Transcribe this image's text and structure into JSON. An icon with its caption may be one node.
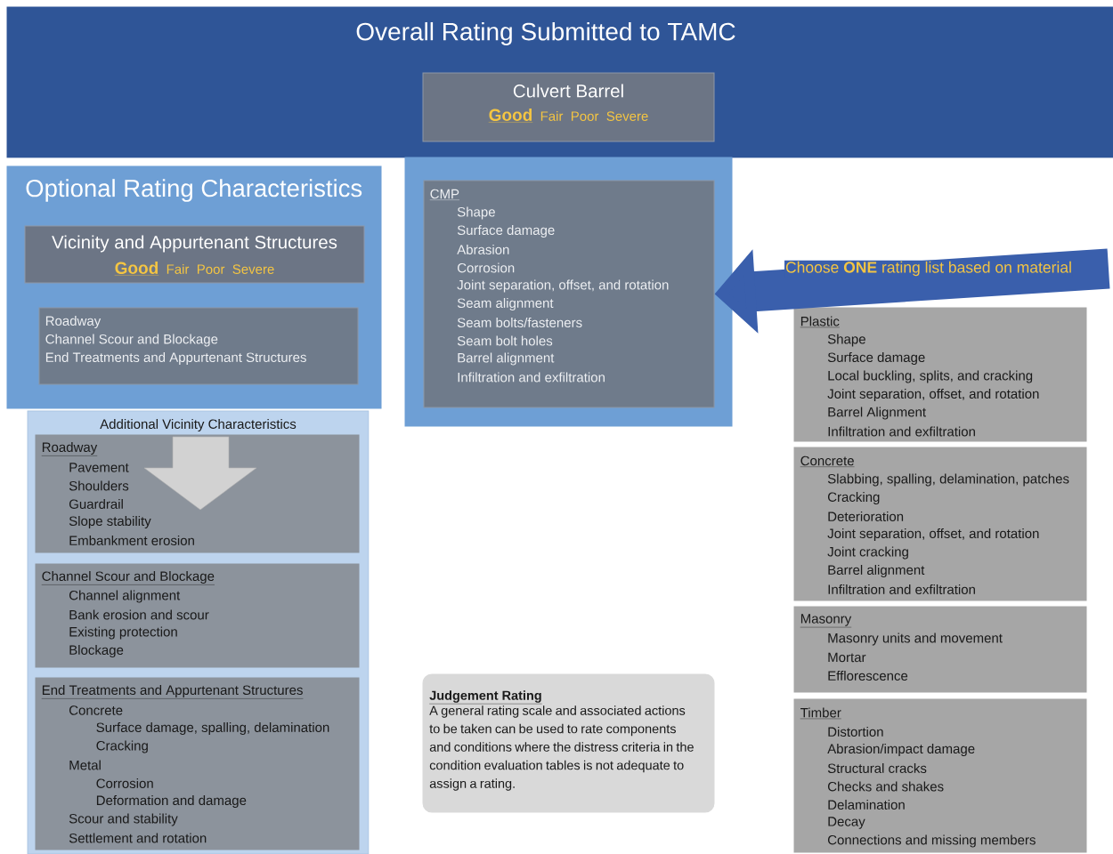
{
  "diagram": {
    "nodes": [
      {
        "text": [
          "Overall Rating Submitted to TAMC"
        ]
      },
      {
        "text": [
          "Culvert Barrel",
          "Good",
          "Fair",
          "Poor",
          "Severe"
        ],
        "in": 0
      },
      {
        "text": [
          "Optional Rating Characteristics"
        ]
      },
      {
        "text": [
          "Vicinity and Appurtenant Structures",
          "Good",
          "Fair",
          "Poor",
          "Severe"
        ],
        "in": 2
      },
      {
        "text": [
          "Roadway",
          "Channel Scour and Blockage",
          "End Treatments and Appurtenant Structures"
        ],
        "in": 2
      },
      {
        "text": [
          "Additional Vicinity Characteristics"
        ]
      },
      {
        "text": [
          "Roadway",
          "Pavement",
          "Shoulders",
          "Guardrail",
          "Slope stability",
          "Embankment erosion"
        ],
        "in": 5
      },
      {
        "text": [
          "Channel Scour and Blockage",
          "Channel alignment",
          "Bank erosion and scour",
          "Existing protection",
          "Blockage"
        ],
        "in": 5
      },
      {
        "text": [
          "End Treatments and Appurtenant Structures",
          "Concrete",
          "Surface damage, spalling, delamination",
          "Cracking",
          "Metal",
          "Corrosion",
          "Deformation and damage",
          "Scour and stability",
          "Settlement and rotation"
        ],
        "in": 5
      },
      {
        "text": [],
        "shape": "box"
      },
      {
        "text": [
          "CMP",
          "Shape",
          "Surface damage",
          "Abrasion",
          "Corrosion",
          "Joint separation, offset, and rotation",
          "Seam alignment",
          "Seam bolts/fasteners",
          "Seam bolt  holes",
          "Barrel alignment",
          "Infiltration and exfiltration"
        ],
        "in": 9
      },
      {
        "text": [
          "Plastic",
          "Shape",
          "Surface damage",
          "Local buckling, splits, and cracking",
          "Joint separation, offset, and rotation",
          "Barrel Alignment",
          "Infiltration and exfiltration"
        ]
      },
      {
        "text": [
          "Concrete",
          "Slabbing, spalling, delamination, patches",
          "Cracking",
          "Deterioration",
          "Joint separation, offset, and rotation",
          "Joint cracking",
          "Barrel alignment",
          "Infiltration and exfiltration"
        ]
      },
      {
        "text": [
          "Masonry",
          "Masonry units and movement",
          "Mortar",
          "Efflorescence"
        ]
      },
      {
        "text": [
          "Timber",
          "Distortion",
          "Abrasion/impact damage",
          "Structural cracks",
          "Checks and shakes",
          "Delamination",
          "Decay",
          "Connections and missing members"
        ]
      },
      {
        "text": [
          "Judgement Rating",
          "A general rating scale and associated actions to be taken can be used to rate components and conditions where the distress criteria in the condition evaluation tables is not adequate to assign a rating."
        ]
      }
    ],
    "edges": [
      {
        "from": null,
        "to": 10,
        "arrow": "to",
        "label": "Choose **ONE** rating list based on material"
      }
    ]
  }
}
